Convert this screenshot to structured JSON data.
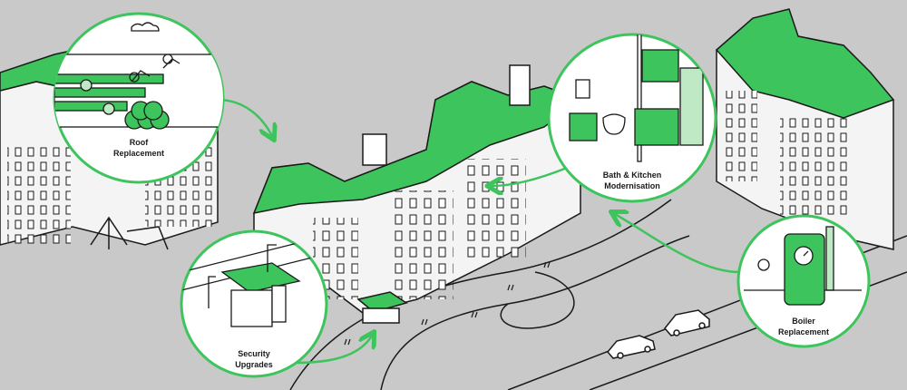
{
  "colors": {
    "background": "#c9c9c9",
    "roof_green": "#3ec45c",
    "light_green": "#bfe8c4",
    "building_wall": "#f4f4f4",
    "outline": "#1a1a1a",
    "callout_border": "#3ec45c",
    "callout_fill": "#ffffff"
  },
  "callouts": {
    "roof": {
      "line1": "Roof",
      "line2": "Replacement",
      "icon": "roof-workers-illustration"
    },
    "bath_kitchen": {
      "line1": "Bath & Kitchen",
      "line2": "Modernisation",
      "icon": "bathroom-kitchen-illustration"
    },
    "security": {
      "line1": "Security",
      "line2": "Upgrades",
      "icon": "secure-entrance-illustration"
    },
    "boiler": {
      "line1": "Boiler",
      "line2": "Replacement",
      "icon": "boiler-illustration"
    }
  }
}
